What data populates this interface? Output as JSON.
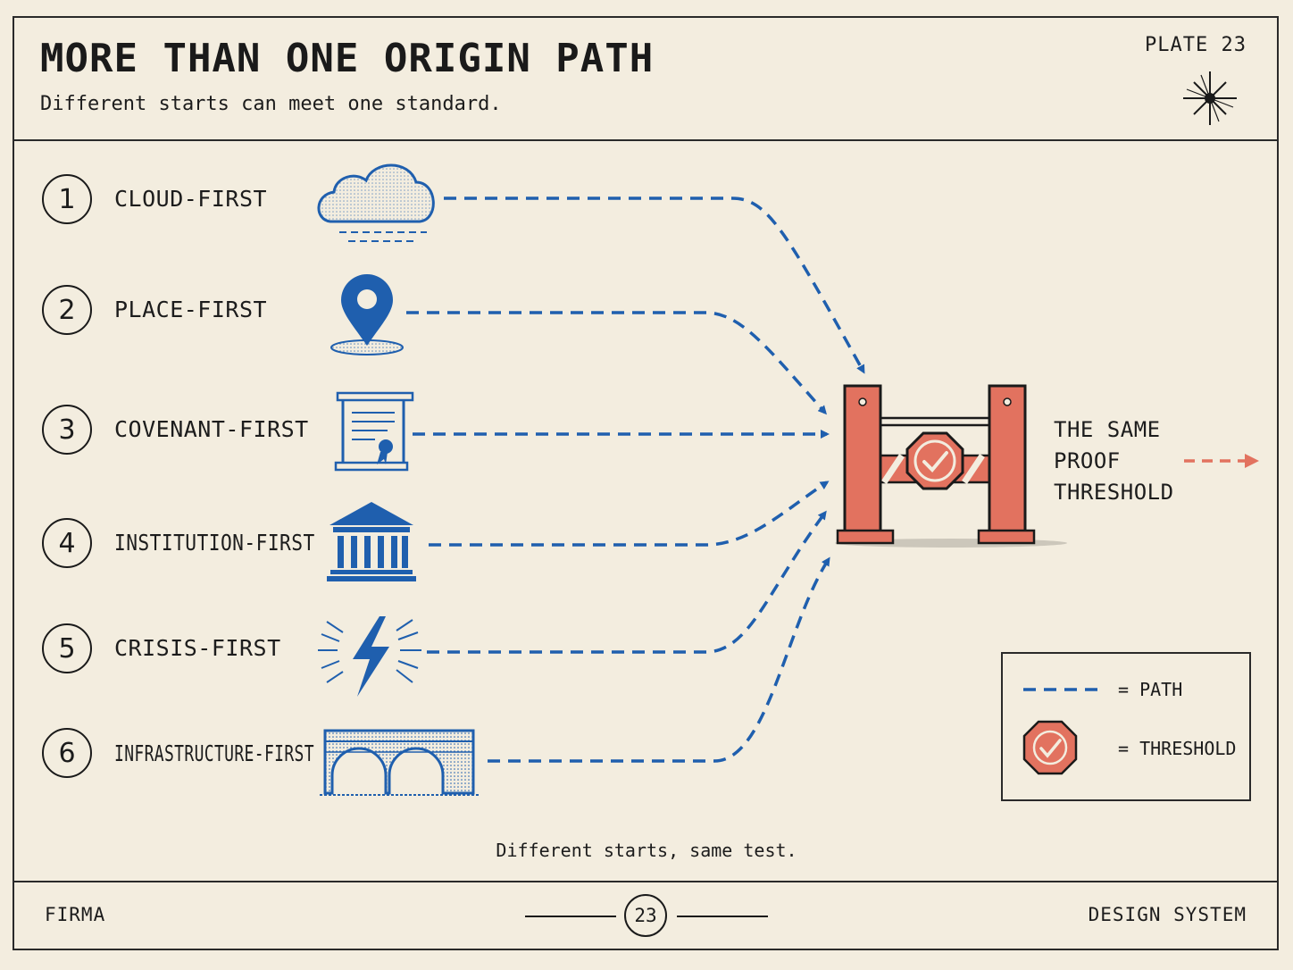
{
  "header": {
    "title": "MORE THAN ONE ORIGIN PATH",
    "subtitle": "Different starts can meet one standard.",
    "plate": "PLATE 23"
  },
  "paths": [
    {
      "number": "1",
      "label": "CLOUD-FIRST",
      "icon": "cloud-icon"
    },
    {
      "number": "2",
      "label": "PLACE-FIRST",
      "icon": "map-pin-icon"
    },
    {
      "number": "3",
      "label": "COVENANT-FIRST",
      "icon": "scroll-certificate-icon"
    },
    {
      "number": "4",
      "label": "INSTITUTION-FIRST",
      "icon": "institution-building-icon"
    },
    {
      "number": "5",
      "label": "CRISIS-FIRST",
      "icon": "lightning-bolt-icon"
    },
    {
      "number": "6",
      "label": "INFRASTRUCTURE-FIRST",
      "icon": "stone-bridge-icon"
    }
  ],
  "threshold": {
    "icon": "threshold-gate-icon",
    "lines": [
      "THE SAME",
      "PROOF",
      "THRESHOLD"
    ]
  },
  "legend": {
    "path_label": "= PATH",
    "threshold_label": "= THRESHOLD"
  },
  "caption": "Different starts, same test.",
  "footer": {
    "left": "FIRMA",
    "page": "23",
    "right": "DESIGN SYSTEM"
  },
  "colors": {
    "path_blue": "#1f5fae",
    "threshold_coral": "#e2725f",
    "ink": "#1c1c1c",
    "paper": "#f3eddf"
  }
}
